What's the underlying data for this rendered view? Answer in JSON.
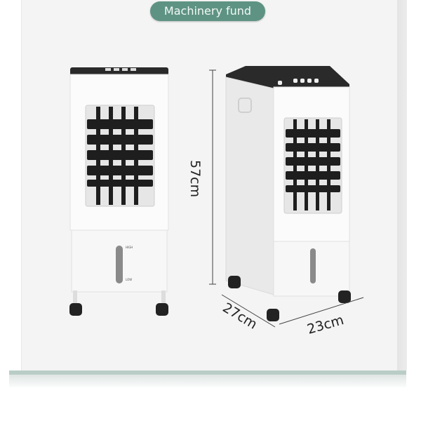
{
  "badge": {
    "label": "Machinery fund"
  },
  "dimensions": {
    "height": "57cm",
    "depth": "27cm",
    "width": "23cm"
  },
  "unit_labels": {
    "high": "HIGH",
    "low": "LOW"
  },
  "colors": {
    "accent": "#5e9383",
    "panel": "#f4f4f4",
    "shelf": "#b9cdc6"
  }
}
